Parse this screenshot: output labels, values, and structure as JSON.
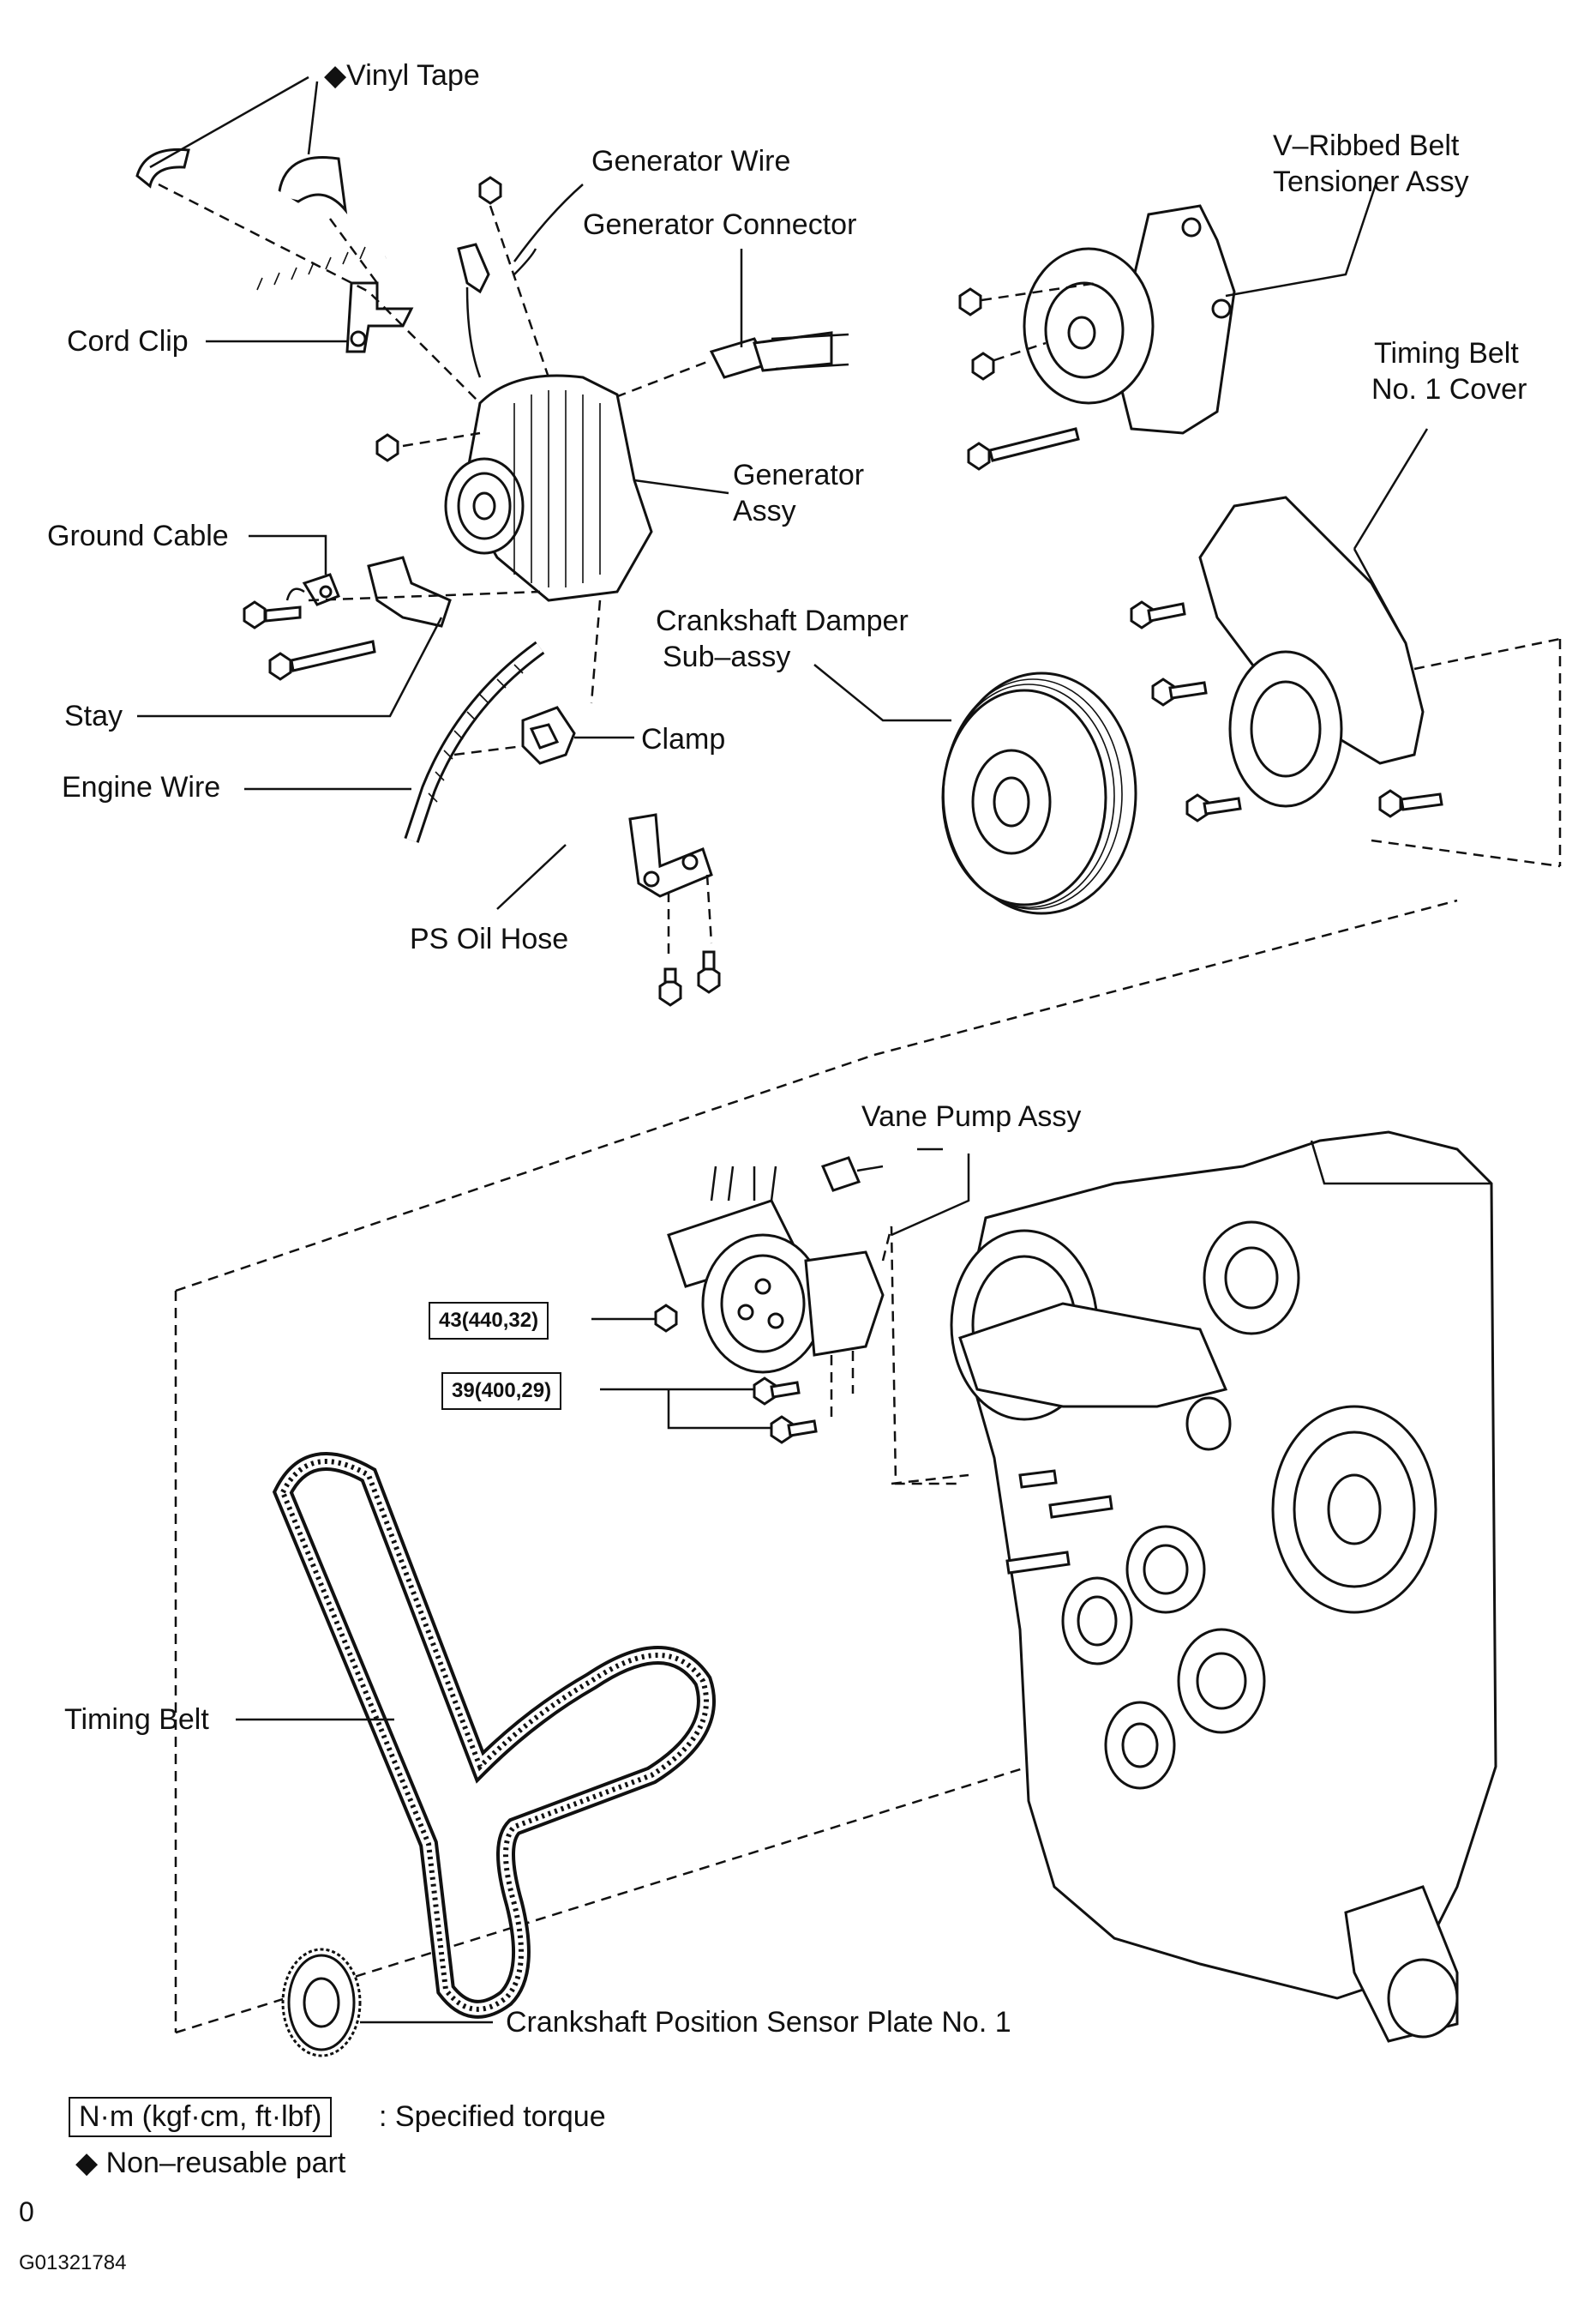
{
  "labels": {
    "vinyl_tape": "◆Vinyl Tape",
    "generator_wire": "Generator Wire",
    "generator_connector": "Generator Connector",
    "v_ribbed_belt_tensioner_1": "V–Ribbed  Belt",
    "v_ribbed_belt_tensioner_2": "Tensioner Assy",
    "timing_belt_cover_1": "Timing Belt",
    "timing_belt_cover_2": "No. 1 Cover",
    "cord_clip": "Cord Clip",
    "generator_assy_1": "Generator",
    "generator_assy_2": "Assy",
    "ground_cable": "Ground Cable",
    "crankshaft_damper_1": "Crankshaft Damper",
    "crankshaft_damper_2": "Sub–assy",
    "stay": "Stay",
    "clamp": "Clamp",
    "engine_wire": "Engine Wire",
    "ps_oil_hose": "PS Oil Hose",
    "vane_pump_assy": "Vane Pump Assy",
    "timing_belt": "Timing Belt",
    "crankshaft_position_sensor_plate": "Crankshaft Position Sensor Plate No. 1"
  },
  "torques": {
    "vane_pump_nut": "43(440,32)",
    "vane_pump_bolts": "39(400,29)"
  },
  "legend": {
    "torque_units": "N·m (kgf·cm, ft·lbf)",
    "torque_desc": ": Specified torque",
    "nonreusable": "◆ Non–reusable part"
  },
  "footer": {
    "page_marker": "0",
    "figure_code": "G01321784"
  }
}
